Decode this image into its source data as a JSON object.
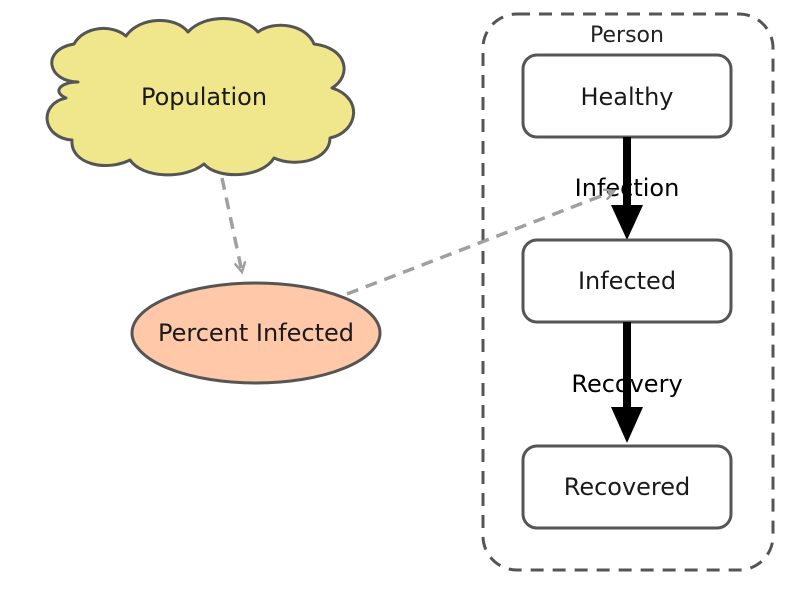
{
  "group": {
    "title": "Person",
    "border_color": "#555555"
  },
  "nodes": {
    "population": {
      "label": "Population",
      "fill": "#f0e68c",
      "stroke": "#555555"
    },
    "percent_infected": {
      "label": "Percent Infected",
      "fill": "#ffc8a8",
      "stroke": "#555555"
    },
    "healthy": {
      "label": "Healthy",
      "fill": "#ffffff",
      "stroke": "#555555"
    },
    "infected": {
      "label": "Infected",
      "fill": "#ffffff",
      "stroke": "#555555"
    },
    "recovered": {
      "label": "Recovered",
      "fill": "#ffffff",
      "stroke": "#555555"
    }
  },
  "edges": {
    "infection": {
      "label": "Infection",
      "color": "#000000"
    },
    "recovery": {
      "label": "Recovery",
      "color": "#000000"
    },
    "influence_color": "#a0a0a0"
  }
}
